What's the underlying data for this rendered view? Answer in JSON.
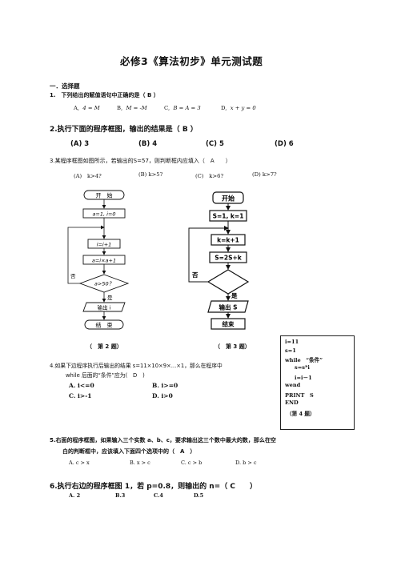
{
  "title": "必修3《算法初步》单元测试题",
  "section1": "一．选择题",
  "q1": {
    "stem": "1.　下列给出的赋值语句中正确的是（ B ）",
    "opts": [
      {
        "letter": "A,",
        "expr": "4 = M"
      },
      {
        "letter": "B,",
        "expr": "M = -M"
      },
      {
        "letter": "C,",
        "expr": "B = A = 3"
      },
      {
        "letter": "D,",
        "expr": "x + y = 0"
      }
    ]
  },
  "q2": {
    "stem": "2.执行下面的程序框图，输出的结果是（ B ）",
    "opts": [
      "(A) 3",
      "(B) 4",
      "(C) 5",
      "(D) 6"
    ]
  },
  "q3": {
    "stem": "3.某程序框图如图所示，若输出的S=57，则判断框内应填入（　A　　）",
    "opts": [
      "(A)　k>4?",
      "(B) k>5?",
      "(C)　k>6?",
      "(D) k>7?"
    ]
  },
  "fig2": {
    "start": "开　始",
    "init": "a=1, i=0",
    "inc": "i=i+1",
    "assign": "a=i×a+1",
    "cond": "a>50？",
    "no": "否",
    "yes": "是",
    "output": "输出 i",
    "end": "结　束",
    "caption": "（　第 2 题）"
  },
  "fig3": {
    "start": "开始",
    "init": "S=1, k=1",
    "inc": "k=k+1",
    "assign": "S=2S+k",
    "no": "否",
    "yes": "是",
    "output": "输出 S",
    "end": "结束",
    "caption": "（　第 3 题）"
  },
  "q4": {
    "stem_line1": "4.如果下边程序执行后输出的结果 s=11×10×9×...×1，那么在程序中",
    "stem_line2": "while 后面的“条件”应为(　D　)",
    "opts": [
      "A. i<=0",
      "B. i>=0",
      "C. i>-1",
      "D. i>0"
    ]
  },
  "code": {
    "lines": [
      "i=11",
      "s=1",
      "while　“条件”",
      "s=s*i",
      "i=i－1",
      "wend",
      "PRINT　S",
      "END",
      "（第 4 题）"
    ]
  },
  "q5": {
    "stem_line1": "5.右面的程序框图，如果输入三个实数 a、b、c，要求输出这三个数中最大的数，那么在空",
    "stem_line2": "白的判断框中，应该填入下面四个选项中的（　A　）",
    "opts": [
      "A. c > x",
      "B. x > c",
      "C. c > b",
      "D. b > c"
    ]
  },
  "q6": {
    "stem": "6.执行右边的程序框图 1，若 p=0.8，则输出的 n=（ C　　）",
    "opts": [
      "A. 2",
      "B.3",
      "C.4",
      "D.5"
    ]
  }
}
